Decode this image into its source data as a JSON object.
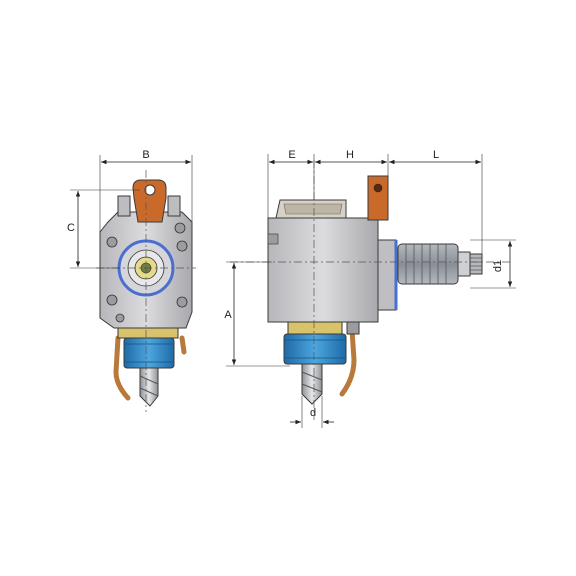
{
  "dimensions": {
    "B": "B",
    "C": "C",
    "A": "A",
    "d": "d",
    "E": "E",
    "H": "H",
    "L": "L",
    "d1": "d1"
  },
  "colors": {
    "body": "#c9c9cc",
    "body_dark": "#a9a9ad",
    "bracket": "#c96a2a",
    "blue_nut": "#2f86c4",
    "blue_ring": "#4a6fd0",
    "brass": "#d8c36a",
    "coolant_pipe": "#b8793a",
    "tool": "#bfc2c6",
    "spline": "#9a9ea6"
  }
}
